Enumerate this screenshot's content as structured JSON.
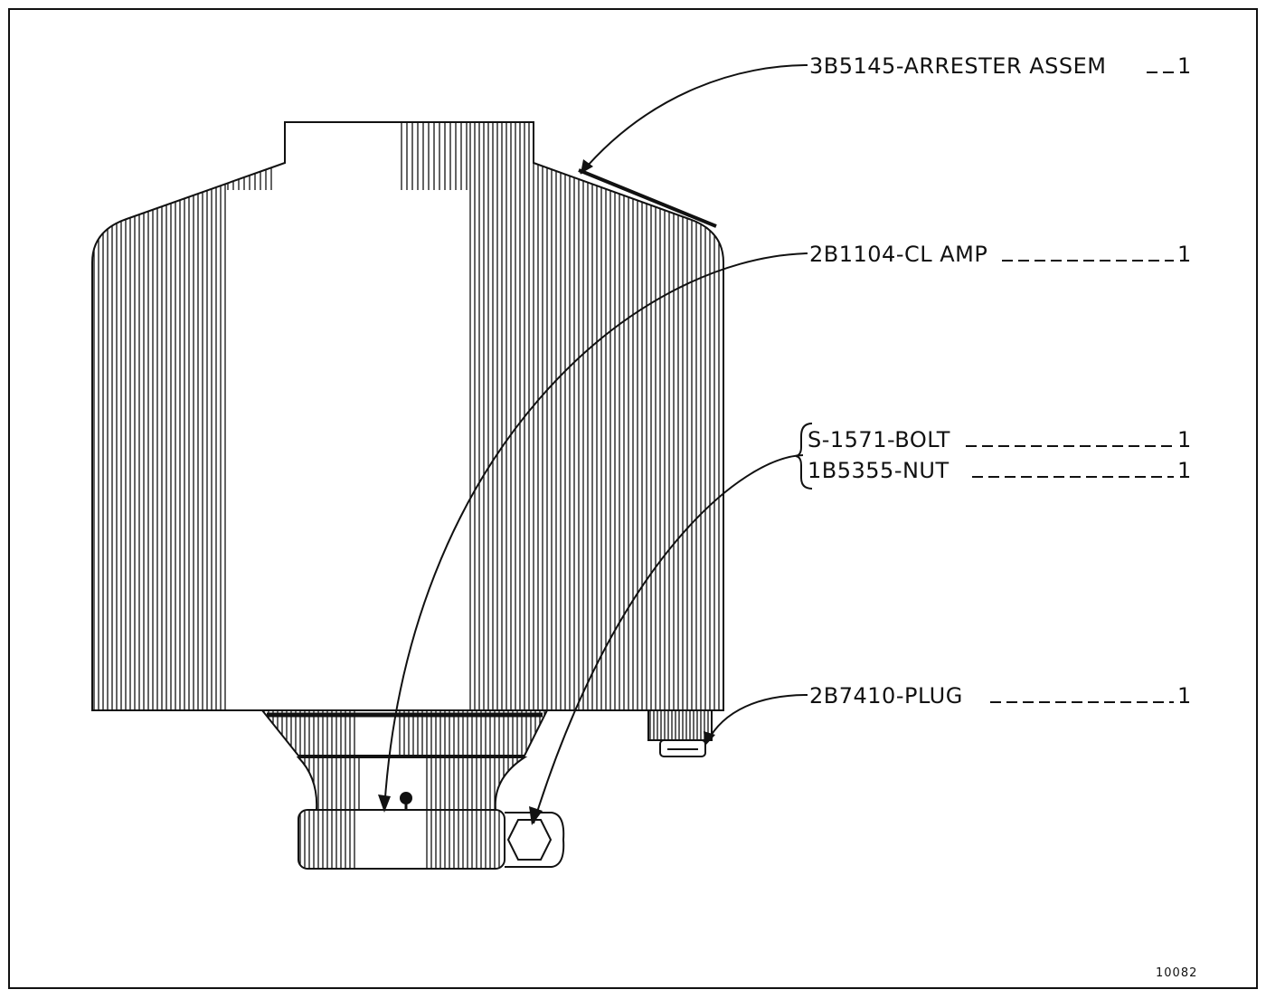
{
  "callouts": {
    "arrester": {
      "part": "3B5145-ARRESTER ASSEM",
      "qty": "1"
    },
    "clamp": {
      "part": "2B1104-CL AMP",
      "qty": "1"
    },
    "bolt": {
      "part": "S-1571-BOLT",
      "qty": "1"
    },
    "nut": {
      "part": "1B5355-NUT",
      "qty": "1"
    },
    "plug": {
      "part": "2B7410-PLUG",
      "qty": "1"
    }
  },
  "drawing_number": "10082",
  "colors": {
    "ink": "#111111",
    "paper": "#ffffff"
  }
}
